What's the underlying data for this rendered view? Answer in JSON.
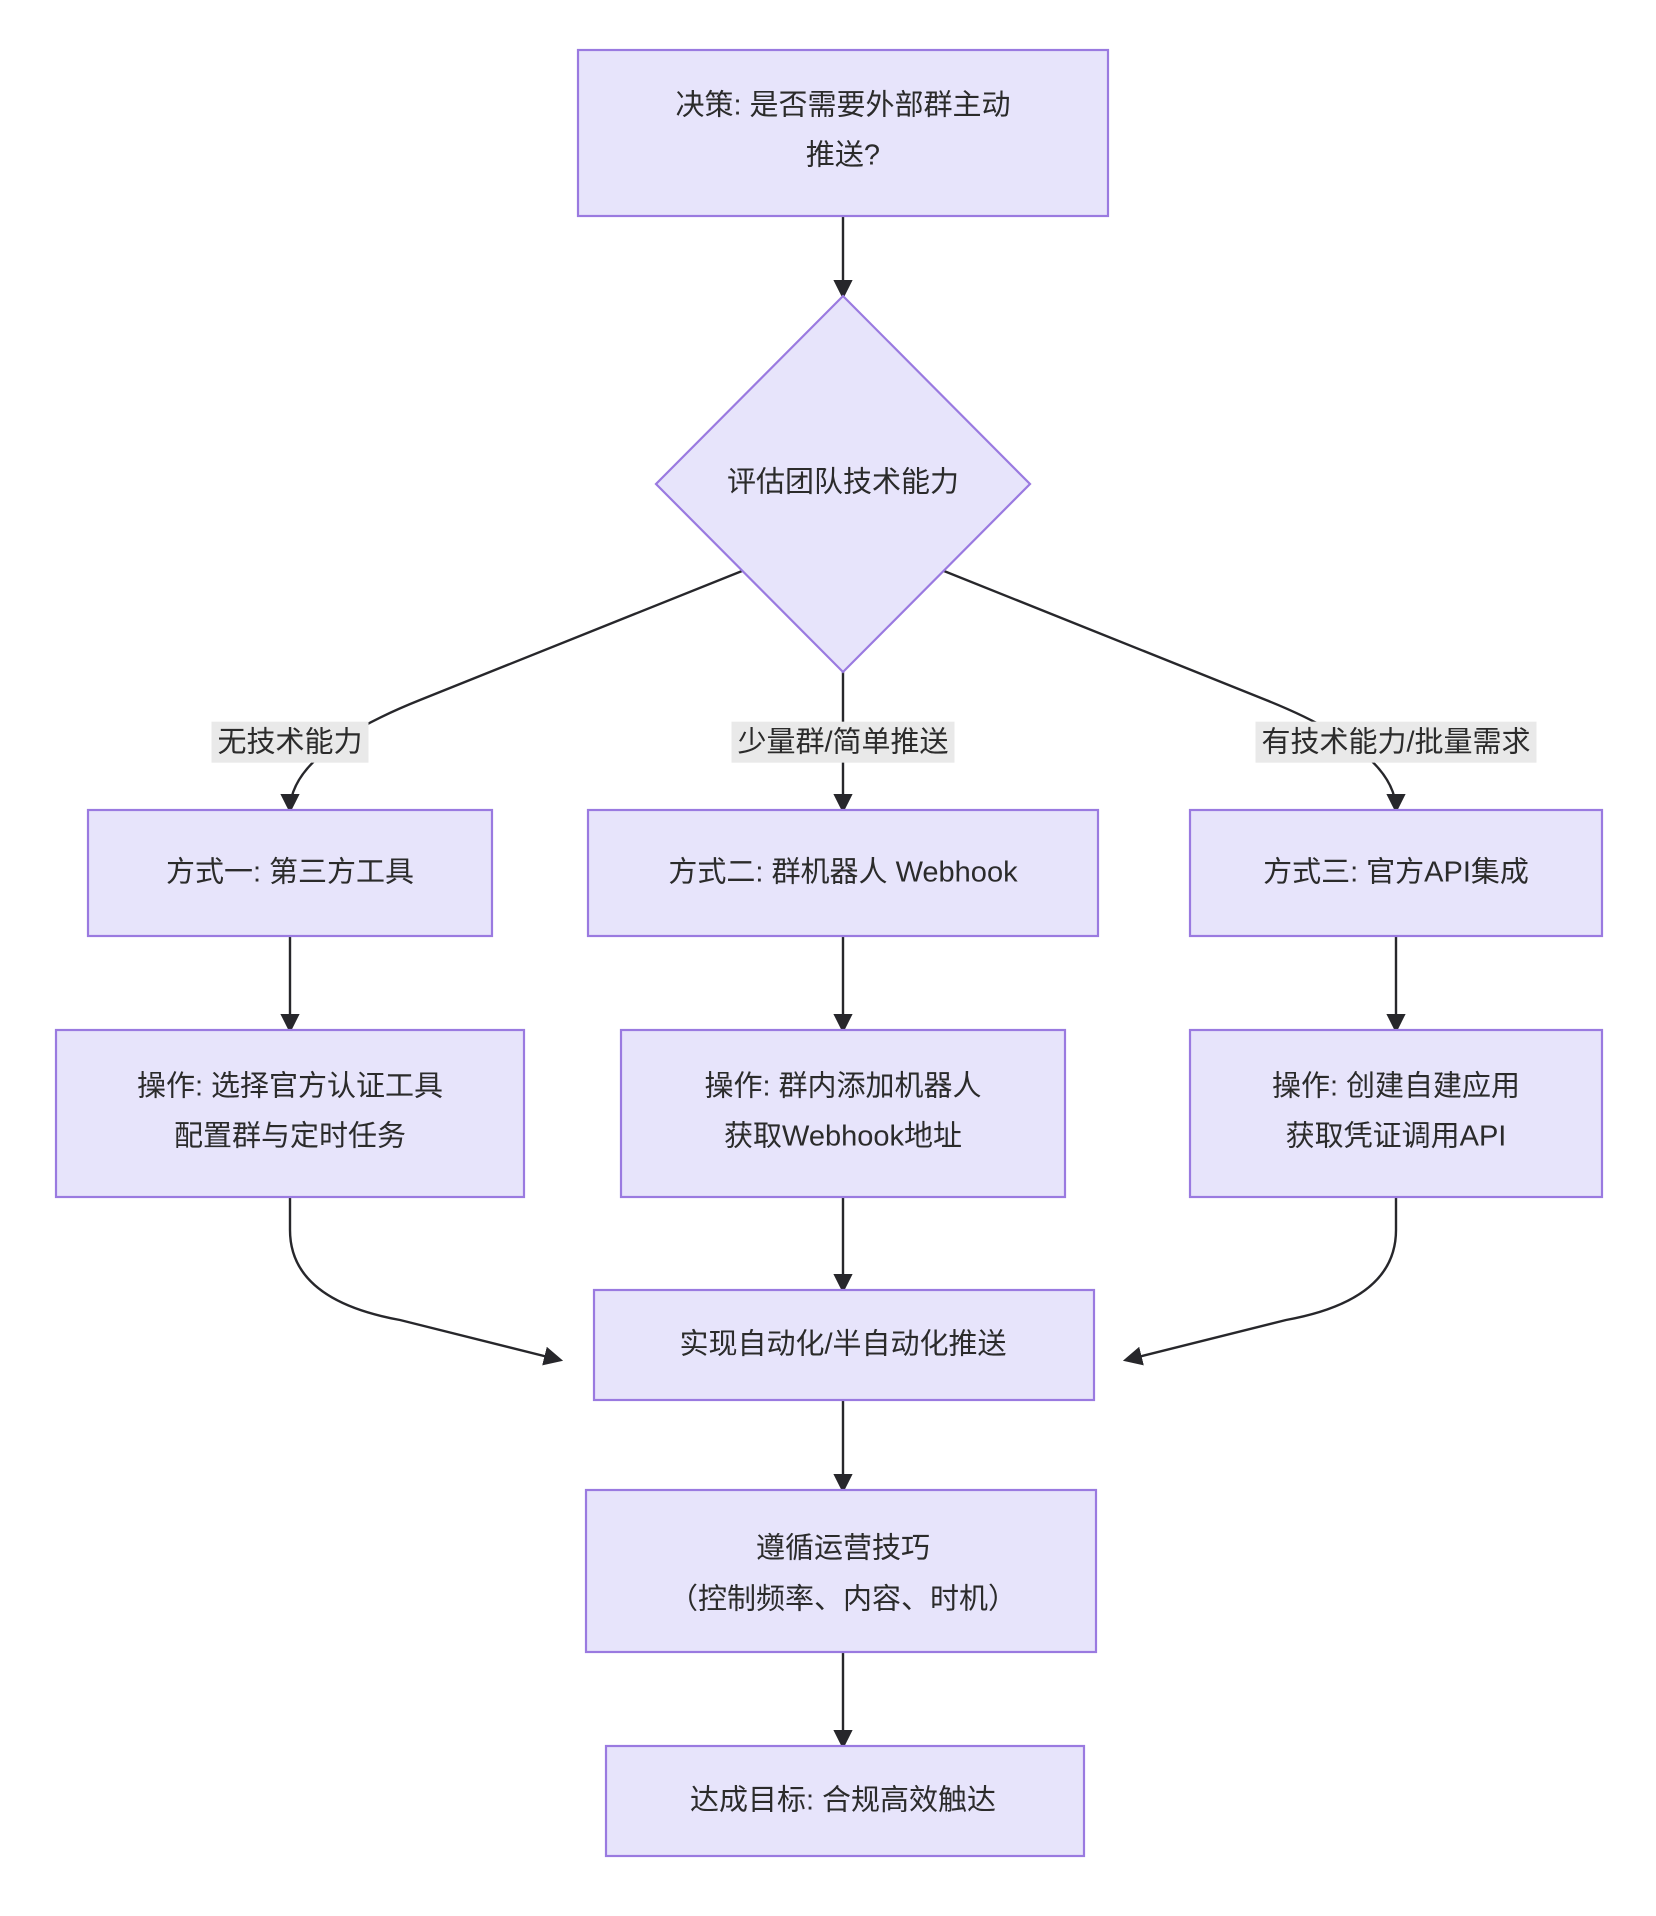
{
  "diagram": {
    "type": "flowchart",
    "direction": "top-down",
    "theme": {
      "node_fill": "#e7e4fb",
      "node_stroke": "#9a7ae0",
      "edge_stroke": "#27272b",
      "edge_label_bg": "#e9e9e9",
      "text_color": "#2b2b2b",
      "background": "#ffffff"
    },
    "nodes": [
      {
        "id": "start",
        "shape": "rect",
        "lines": [
          "决策: 是否需要外部群主动",
          "推送?"
        ]
      },
      {
        "id": "assess",
        "shape": "diamond",
        "lines": [
          "评估团队技术能力"
        ]
      },
      {
        "id": "method1",
        "shape": "rect",
        "lines": [
          "方式一: 第三方工具"
        ]
      },
      {
        "id": "method2",
        "shape": "rect",
        "lines": [
          "方式二: 群机器人 Webhook"
        ]
      },
      {
        "id": "method3",
        "shape": "rect",
        "lines": [
          "方式三: 官方API集成"
        ]
      },
      {
        "id": "op1",
        "shape": "rect",
        "lines": [
          "操作: 选择官方认证工具",
          "配置群与定时任务"
        ]
      },
      {
        "id": "op2",
        "shape": "rect",
        "lines": [
          "操作: 群内添加机器人",
          "获取Webhook地址"
        ]
      },
      {
        "id": "op3",
        "shape": "rect",
        "lines": [
          "操作: 创建自建应用",
          "获取凭证调用API"
        ]
      },
      {
        "id": "automation",
        "shape": "rect",
        "lines": [
          "实现自动化/半自动化推送"
        ]
      },
      {
        "id": "practices",
        "shape": "rect",
        "lines": [
          "遵循运营技巧",
          "（控制频率、内容、时机）"
        ]
      },
      {
        "id": "goal",
        "shape": "rect",
        "lines": [
          "达成目标: 合规高效触达"
        ]
      }
    ],
    "edge_labels": [
      {
        "id": "label-left",
        "text": "无技术能力"
      },
      {
        "id": "label-mid",
        "text": "少量群/简单推送"
      },
      {
        "id": "label-right",
        "text": "有技术能力/批量需求"
      }
    ],
    "edges": [
      {
        "from": "start",
        "to": "assess",
        "label": ""
      },
      {
        "from": "assess",
        "to": "method1",
        "label": "无技术能力"
      },
      {
        "from": "assess",
        "to": "method2",
        "label": "少量群/简单推送"
      },
      {
        "from": "assess",
        "to": "method3",
        "label": "有技术能力/批量需求"
      },
      {
        "from": "method1",
        "to": "op1",
        "label": ""
      },
      {
        "from": "method2",
        "to": "op2",
        "label": ""
      },
      {
        "from": "method3",
        "to": "op3",
        "label": ""
      },
      {
        "from": "op1",
        "to": "automation",
        "label": ""
      },
      {
        "from": "op2",
        "to": "automation",
        "label": ""
      },
      {
        "from": "op3",
        "to": "automation",
        "label": ""
      },
      {
        "from": "automation",
        "to": "practices",
        "label": ""
      },
      {
        "from": "practices",
        "to": "goal",
        "label": ""
      }
    ]
  }
}
